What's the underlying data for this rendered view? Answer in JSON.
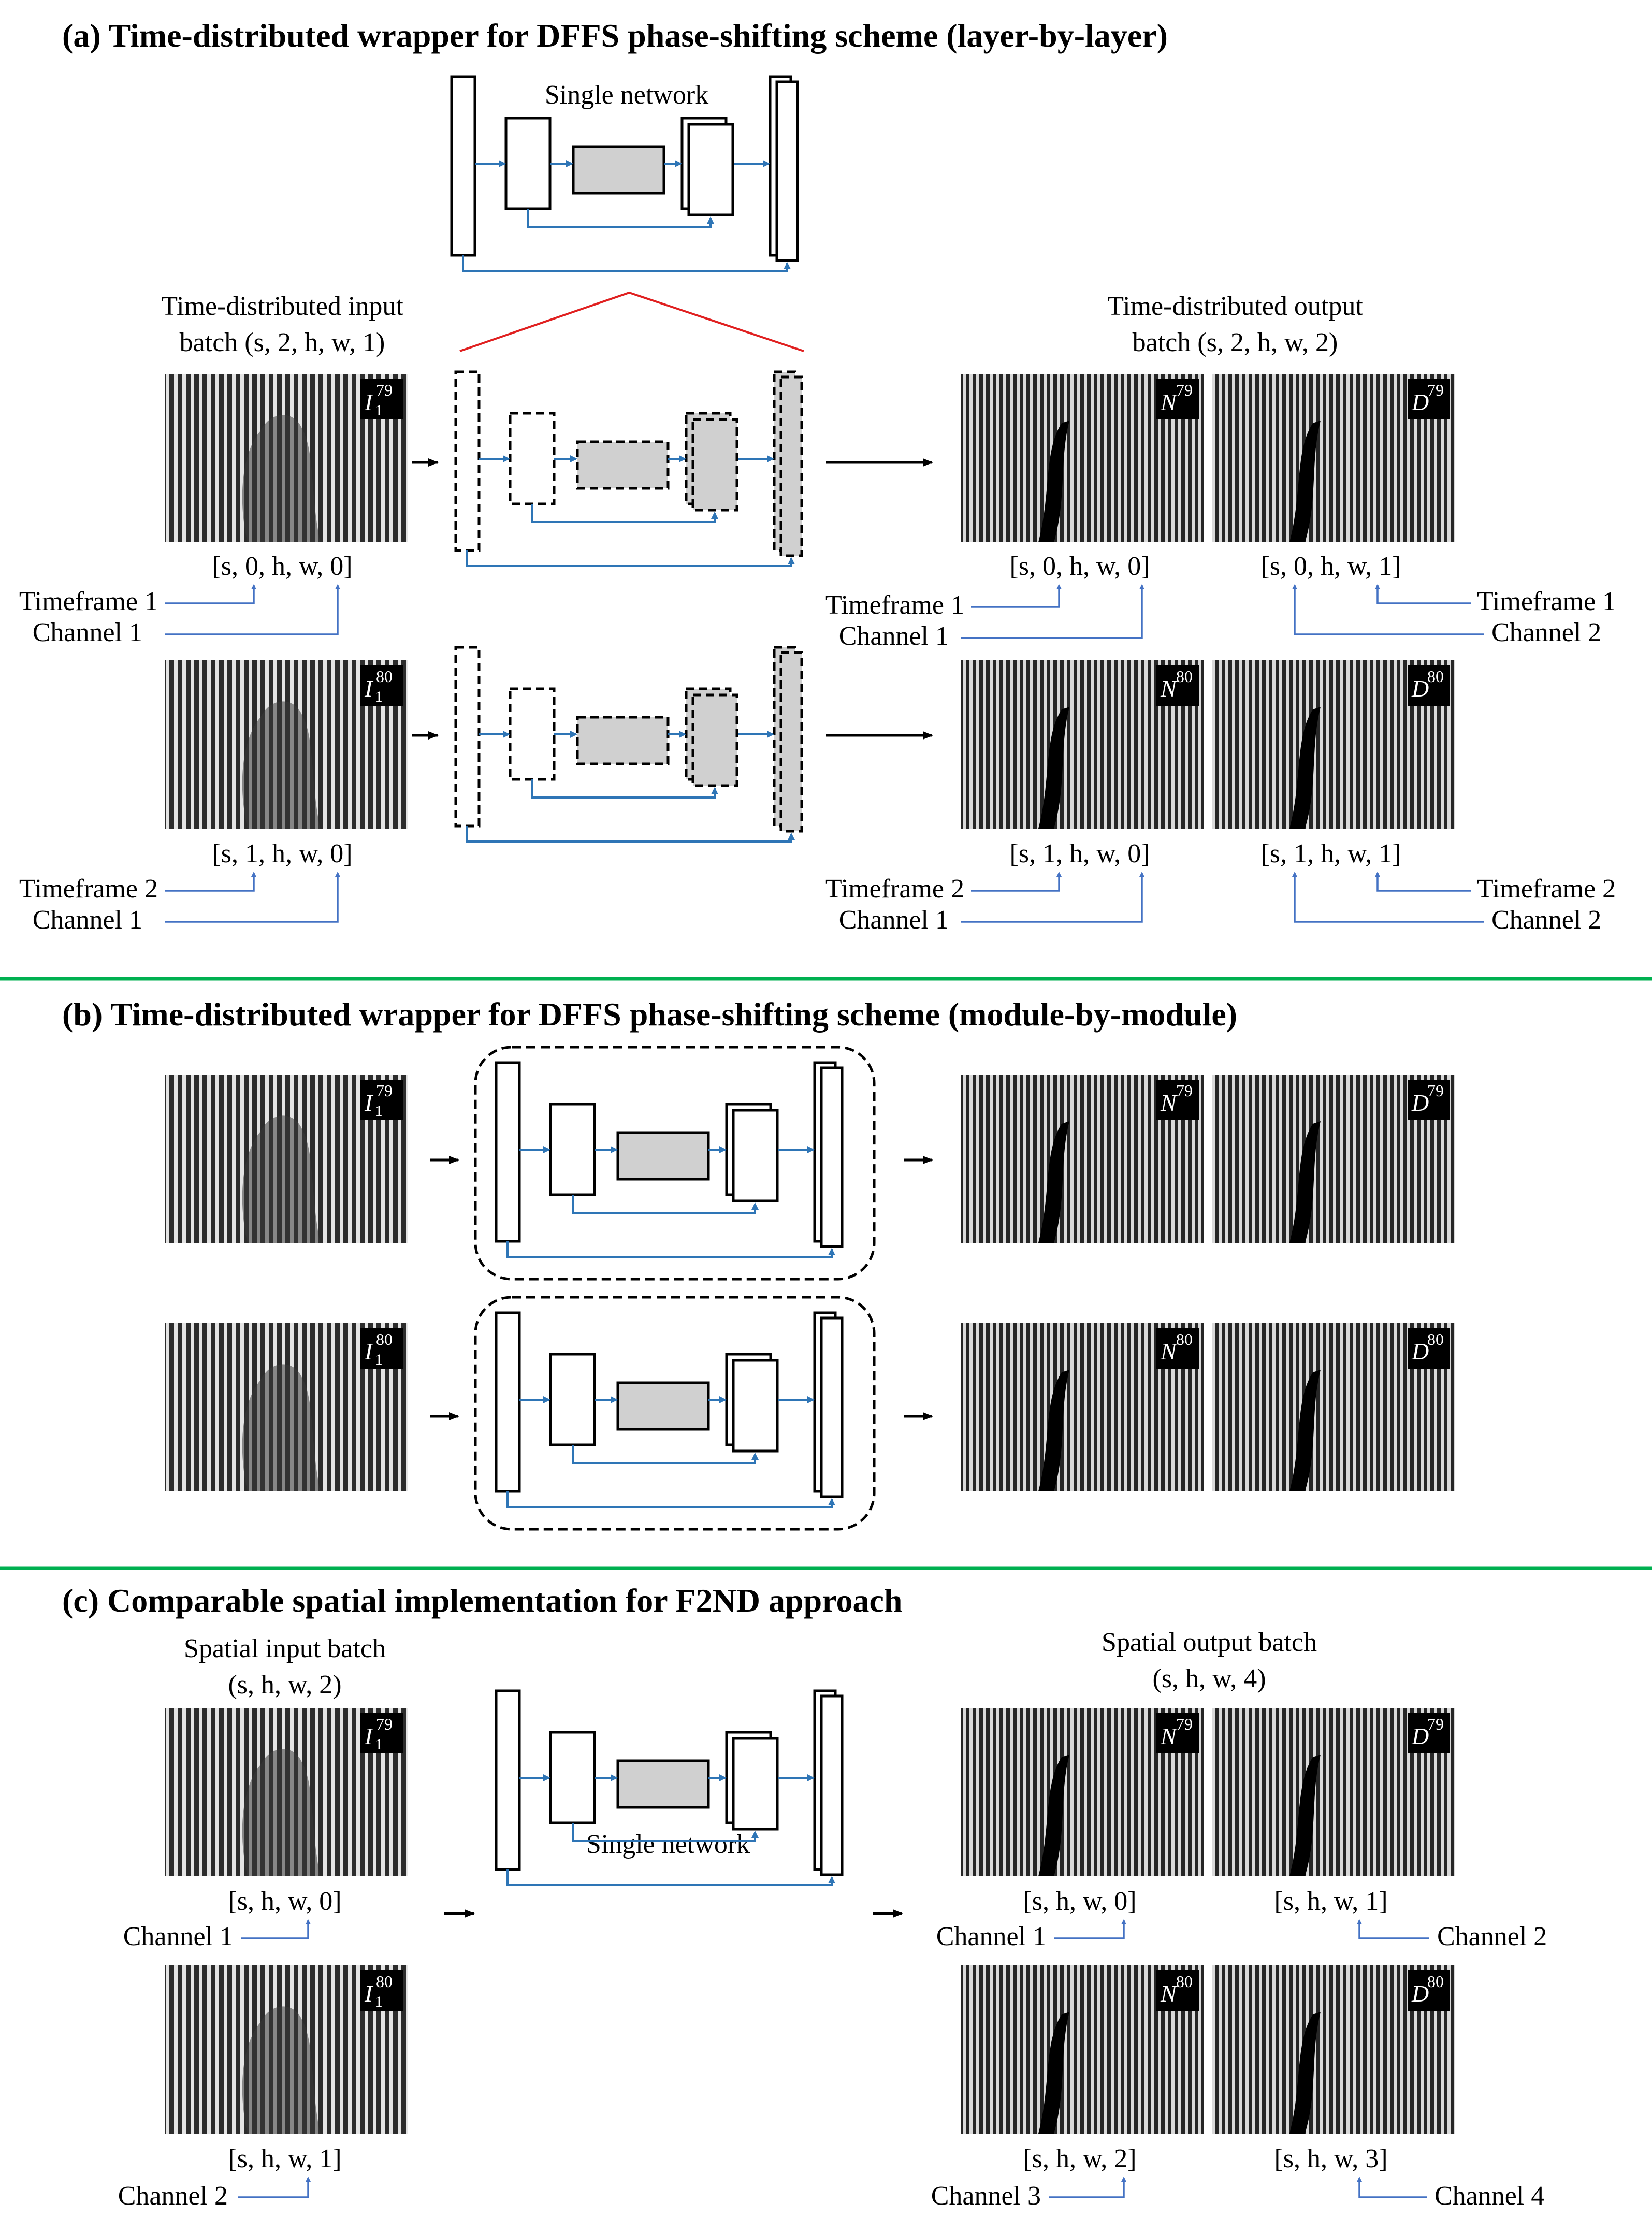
{
  "sections": {
    "a": {
      "title": "(a) Time-distributed wrapper for DFFS phase-shifting scheme (layer-by-layer)"
    },
    "b": {
      "title": "(b) Time-distributed wrapper for DFFS phase-shifting scheme (module-by-module)"
    },
    "c": {
      "title": "(c) Comparable spatial implementation for F2ND approach"
    }
  },
  "labels": {
    "single_network": "Single network",
    "td_input_line1": "Time-distributed input",
    "td_input_line2": "batch (s, 2, h, w, 1)",
    "td_output_line1": "Time-distributed output",
    "td_output_line2": "batch (s, 2, h, w, 2)",
    "spatial_input_line1": "Spatial input batch",
    "spatial_input_line2": "(s, h, w, 2)",
    "spatial_output_line1": "Spatial output batch",
    "spatial_output_line2": "(s, h, w, 4)"
  },
  "indices": {
    "a_in_0": "[s, 0, h, w, 0]",
    "a_in_1": "[s, 1, h, w, 0]",
    "a_outN_0": "[s, 0, h, w, 0]",
    "a_outD_0": "[s, 0, h, w, 1]",
    "a_outN_1": "[s, 1, h, w, 0]",
    "a_outD_1": "[s, 1, h, w, 1]",
    "c_in_0": "[s, h, w, 0]",
    "c_in_1": "[s, h, w, 1]",
    "c_out_0": "[s, h, w, 0]",
    "c_out_1": "[s, h, w, 1]",
    "c_out_2": "[s, h, w, 2]",
    "c_out_3": "[s, h, w, 3]"
  },
  "annotations": {
    "timeframe_1": "Timeframe 1",
    "timeframe_2": "Timeframe 2",
    "channel_1": "Channel 1",
    "channel_2": "Channel 2",
    "channel_3": "Channel 3",
    "channel_4": "Channel 4"
  },
  "badges": {
    "I79": {
      "base": "I",
      "sub": "1",
      "sup": "79"
    },
    "I80": {
      "base": "I",
      "sub": "1",
      "sup": "80"
    },
    "N79": {
      "base": "N",
      "sup": "79"
    },
    "N80": {
      "base": "N",
      "sup": "80"
    },
    "D79": {
      "base": "D",
      "sup": "79"
    },
    "D80": {
      "base": "D",
      "sup": "80"
    }
  },
  "colors": {
    "connector_blue": "#4472c4",
    "network_arrow_blue": "#2e75b6",
    "separator_green": "#00b050",
    "zoom_red": "#e02020",
    "bottleneck_gray": "#d0d0d0",
    "badge_bg": "#000000"
  }
}
